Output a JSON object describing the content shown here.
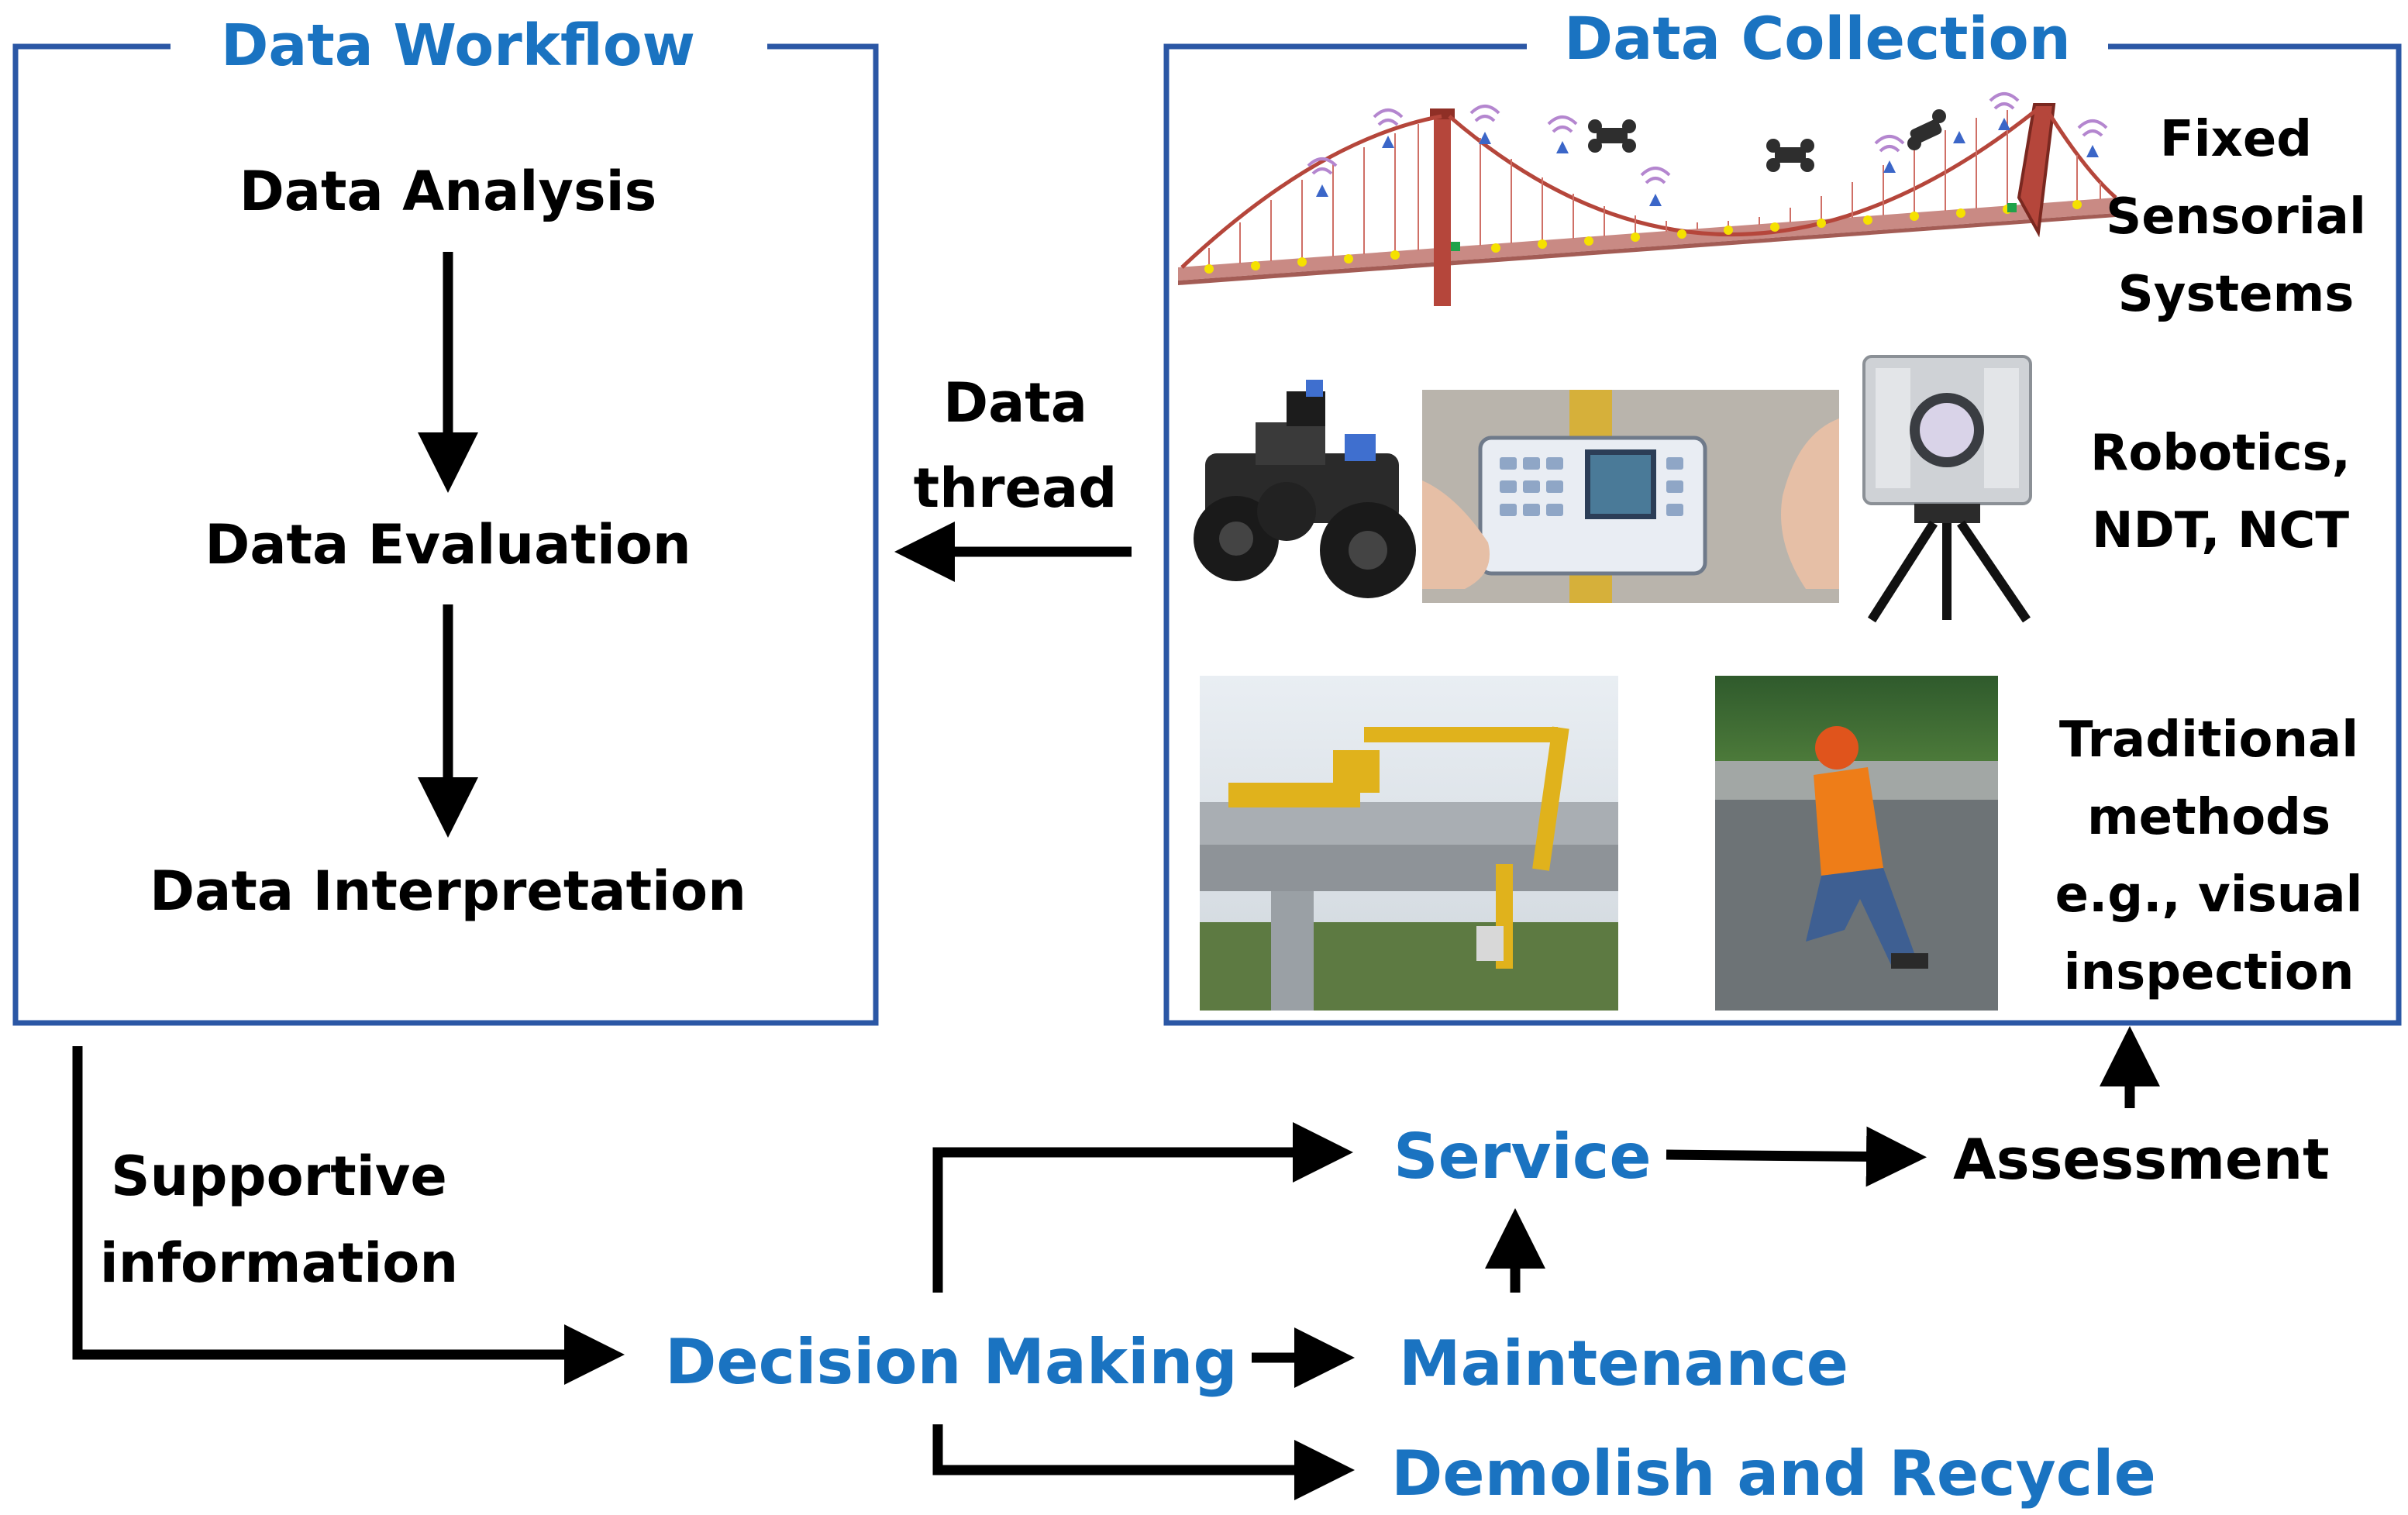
{
  "colors": {
    "accent": "#1a73c1",
    "frame": "#2b57a5",
    "text": "#000000"
  },
  "workflow": {
    "title": "Data Workflow",
    "steps": [
      "Data Analysis",
      "Data Evaluation",
      "Data Interpretation"
    ]
  },
  "collection": {
    "title": "Data Collection",
    "rows": [
      {
        "label": "Fixed\nSensorial\nSystems"
      },
      {
        "label": "Robotics,\nNDT, NCT"
      },
      {
        "label": "Traditional\nmethods\ne.g., visual\ninspection"
      }
    ]
  },
  "data_thread": "Data\nthread",
  "supportive": "Supportive\ninformation",
  "decision": "Decision Making",
  "service": "Service",
  "maintenance": "Maintenance",
  "demolish": "Demolish and Recycle",
  "assessment": "Assessment"
}
